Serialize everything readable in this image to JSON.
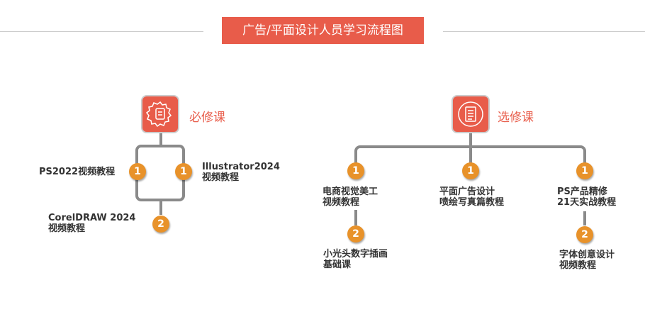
{
  "title": "广告/平面设计人员学习流程图",
  "required": {
    "label": "必修课",
    "icon": "certificate-hand-icon",
    "courses": [
      {
        "step": "1",
        "line1": "PS2022视频教程"
      },
      {
        "step": "1",
        "line1": "Illustrator2024",
        "line2": "视频教程"
      },
      {
        "step": "2",
        "line1": "CorelDRAW 2024",
        "line2": "视频教程"
      }
    ]
  },
  "elective": {
    "label": "选修课",
    "icon": "list-document-icon",
    "courses": [
      {
        "step": "1",
        "line1": "电商视觉美工",
        "line2": "视频教程"
      },
      {
        "step": "1",
        "line1": "平面广告设计",
        "line2": "喷绘写真篇教程"
      },
      {
        "step": "1",
        "line1": "PS产品精修",
        "line2": "21天实战教程"
      },
      {
        "step": "2",
        "line1": "小光头数字插画",
        "line2": "基础课"
      },
      {
        "step": "2",
        "line1": "字体创意设计",
        "line2": "视频教程"
      }
    ]
  },
  "colors": {
    "accent": "#e85c4a",
    "badge": "#e8922a",
    "line": "#8a8a8a"
  }
}
